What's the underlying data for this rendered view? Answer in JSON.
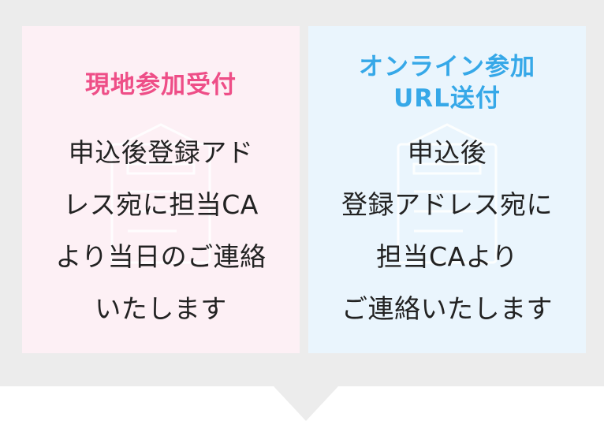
{
  "cards": [
    {
      "title": "現地参加受付",
      "body": "申込後登録アド\nレス宛に担当CA\nより当日のご連絡\nいたします",
      "title_color": "#ee4e87",
      "background": "#fdf0f5",
      "watermark_icon": "document-icon"
    },
    {
      "title": "オンライン参加\nURL送付",
      "body": "申込後\n登録アドレス宛に\n担当CAより\nご連絡いたします",
      "title_color": "#36a8e8",
      "background": "#eaf5fd",
      "watermark_icon": "document-icon"
    }
  ],
  "panel_color": "#ececec",
  "pointer_icon": "down-triangle-icon"
}
